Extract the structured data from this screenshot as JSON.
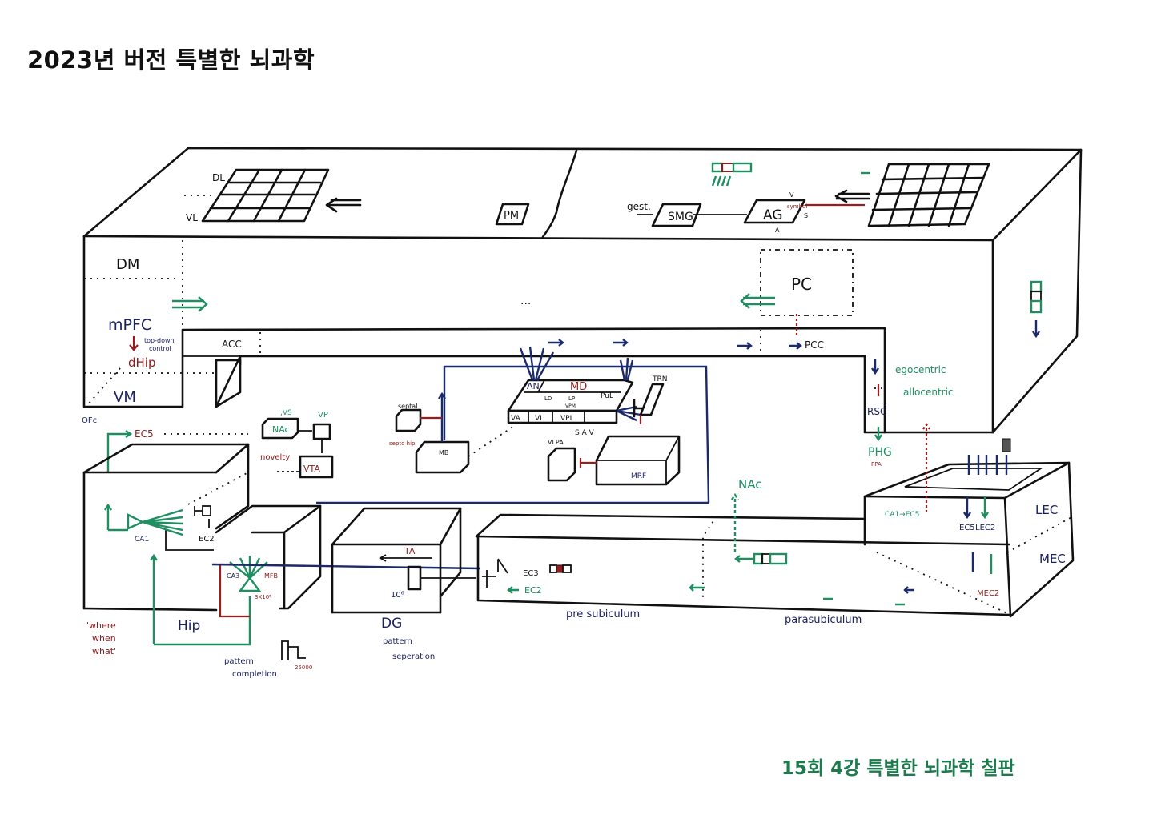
{
  "title": "2023년 버전 특별한 뇌과학",
  "footer": "15회 4강 특별한 뇌과학 칠판",
  "colors": {
    "ink": "#111111",
    "navy": "#1b2160",
    "green": "#1f8f62",
    "red": "#8d1d1d"
  },
  "labels": {
    "dl": "DL",
    "vl": "VL",
    "pm": "PM",
    "gest": "gest.",
    "smg": "SMG",
    "ag": "AG",
    "symbol": "symbol",
    "v": "V",
    "a": "A",
    "s": "S",
    "dm": "DM",
    "mpfc": "mPFC",
    "top_down": "top-down",
    "control": "control",
    "dhip": "dHip",
    "vm": "VM",
    "ofc": "OFc",
    "ellipsis": "...",
    "pc": "PC",
    "acc": "ACC",
    "pcc": "PCC",
    "an": "AN",
    "md": "MD",
    "ld": "LD",
    "lp": "LP",
    "vpm": "VPM",
    "pul": "PuL",
    "va": "VA",
    "vl_thal": "VL",
    "vpl": "VPL",
    "trn": "TRN",
    "sav": "S A V",
    "vlpa": "VLPA",
    "mrf": "MRF",
    "septal": "septal",
    "septo_hip": "septo hip.",
    "mb": "MB",
    "ec5": "EC5",
    "nac": "NAc",
    "vs": ",VS",
    "vp": "VP",
    "novelty": "novelty",
    "vta": "VTA",
    "ca1": "CA1",
    "ec2_hip": "EC2",
    "ca3": "CA3",
    "mfb": "MFB",
    "ca3_count": "3X10⁵",
    "hip": "Hip",
    "where_when_what": [
      "'where",
      "when",
      "what'"
    ],
    "pattern_completion": [
      "pattern",
      "completion"
    ],
    "count_25000": "25000",
    "dg": "DG",
    "ta": "TA",
    "dg_count": "10⁶",
    "pattern_separation": [
      "pattern",
      "seperation"
    ],
    "ec3": "EC3",
    "ec2": "EC2",
    "presubiculum": "pre subiculum",
    "parasubiculum": "parasubiculum",
    "nac2": "NAc",
    "egocentric": "egocentric",
    "allocentric": "allocentric",
    "rsc": "RSC",
    "phg": "PHG",
    "ppa": "PPA",
    "ca1_ec5": "CA1→EC5",
    "ec5_lec2": "EC5",
    "lec2": "LEC2",
    "lec": "LEC",
    "mec": "MEC",
    "mec2": "MEC2"
  }
}
